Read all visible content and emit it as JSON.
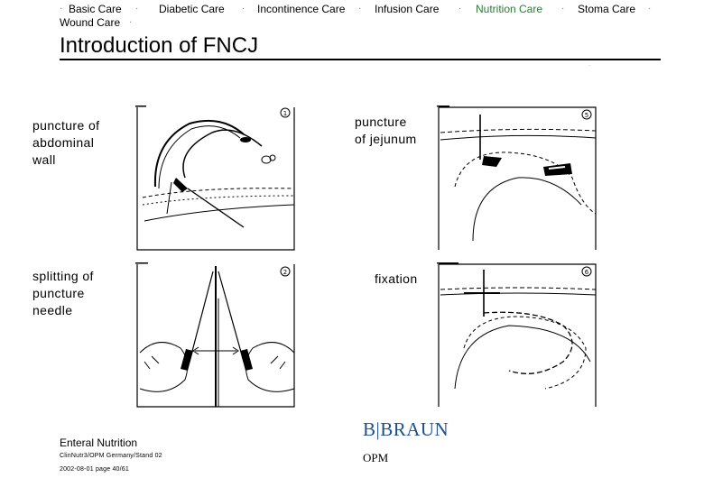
{
  "nav": {
    "items": [
      "Basic Care",
      "Diabetic Care",
      "Incontinence Care",
      "Infusion Care",
      "Nutrition Care",
      "Stoma Care",
      "Wound Care"
    ],
    "separator": "·",
    "active_color": "#2b7a38"
  },
  "slide": {
    "title": "Introduction of FNCJ",
    "steps": [
      {
        "number": "1",
        "label_lines": [
          "puncture of",
          "abdominal",
          "wall"
        ]
      },
      {
        "number": "2",
        "label_lines": [
          "splitting of",
          "puncture",
          "needle"
        ]
      },
      {
        "number": "5",
        "label_lines": [
          "puncture",
          "of jejunum"
        ]
      },
      {
        "number": "6",
        "label_lines": [
          "fixation"
        ]
      }
    ]
  },
  "footer": {
    "section": "Enteral Nutrition",
    "doc_ref": "ClinNutr3/OPM Germany/Stand 02",
    "date_page": "2002-08-01   page 40/61",
    "brand": "B|BRAUN",
    "division": "OPM"
  }
}
